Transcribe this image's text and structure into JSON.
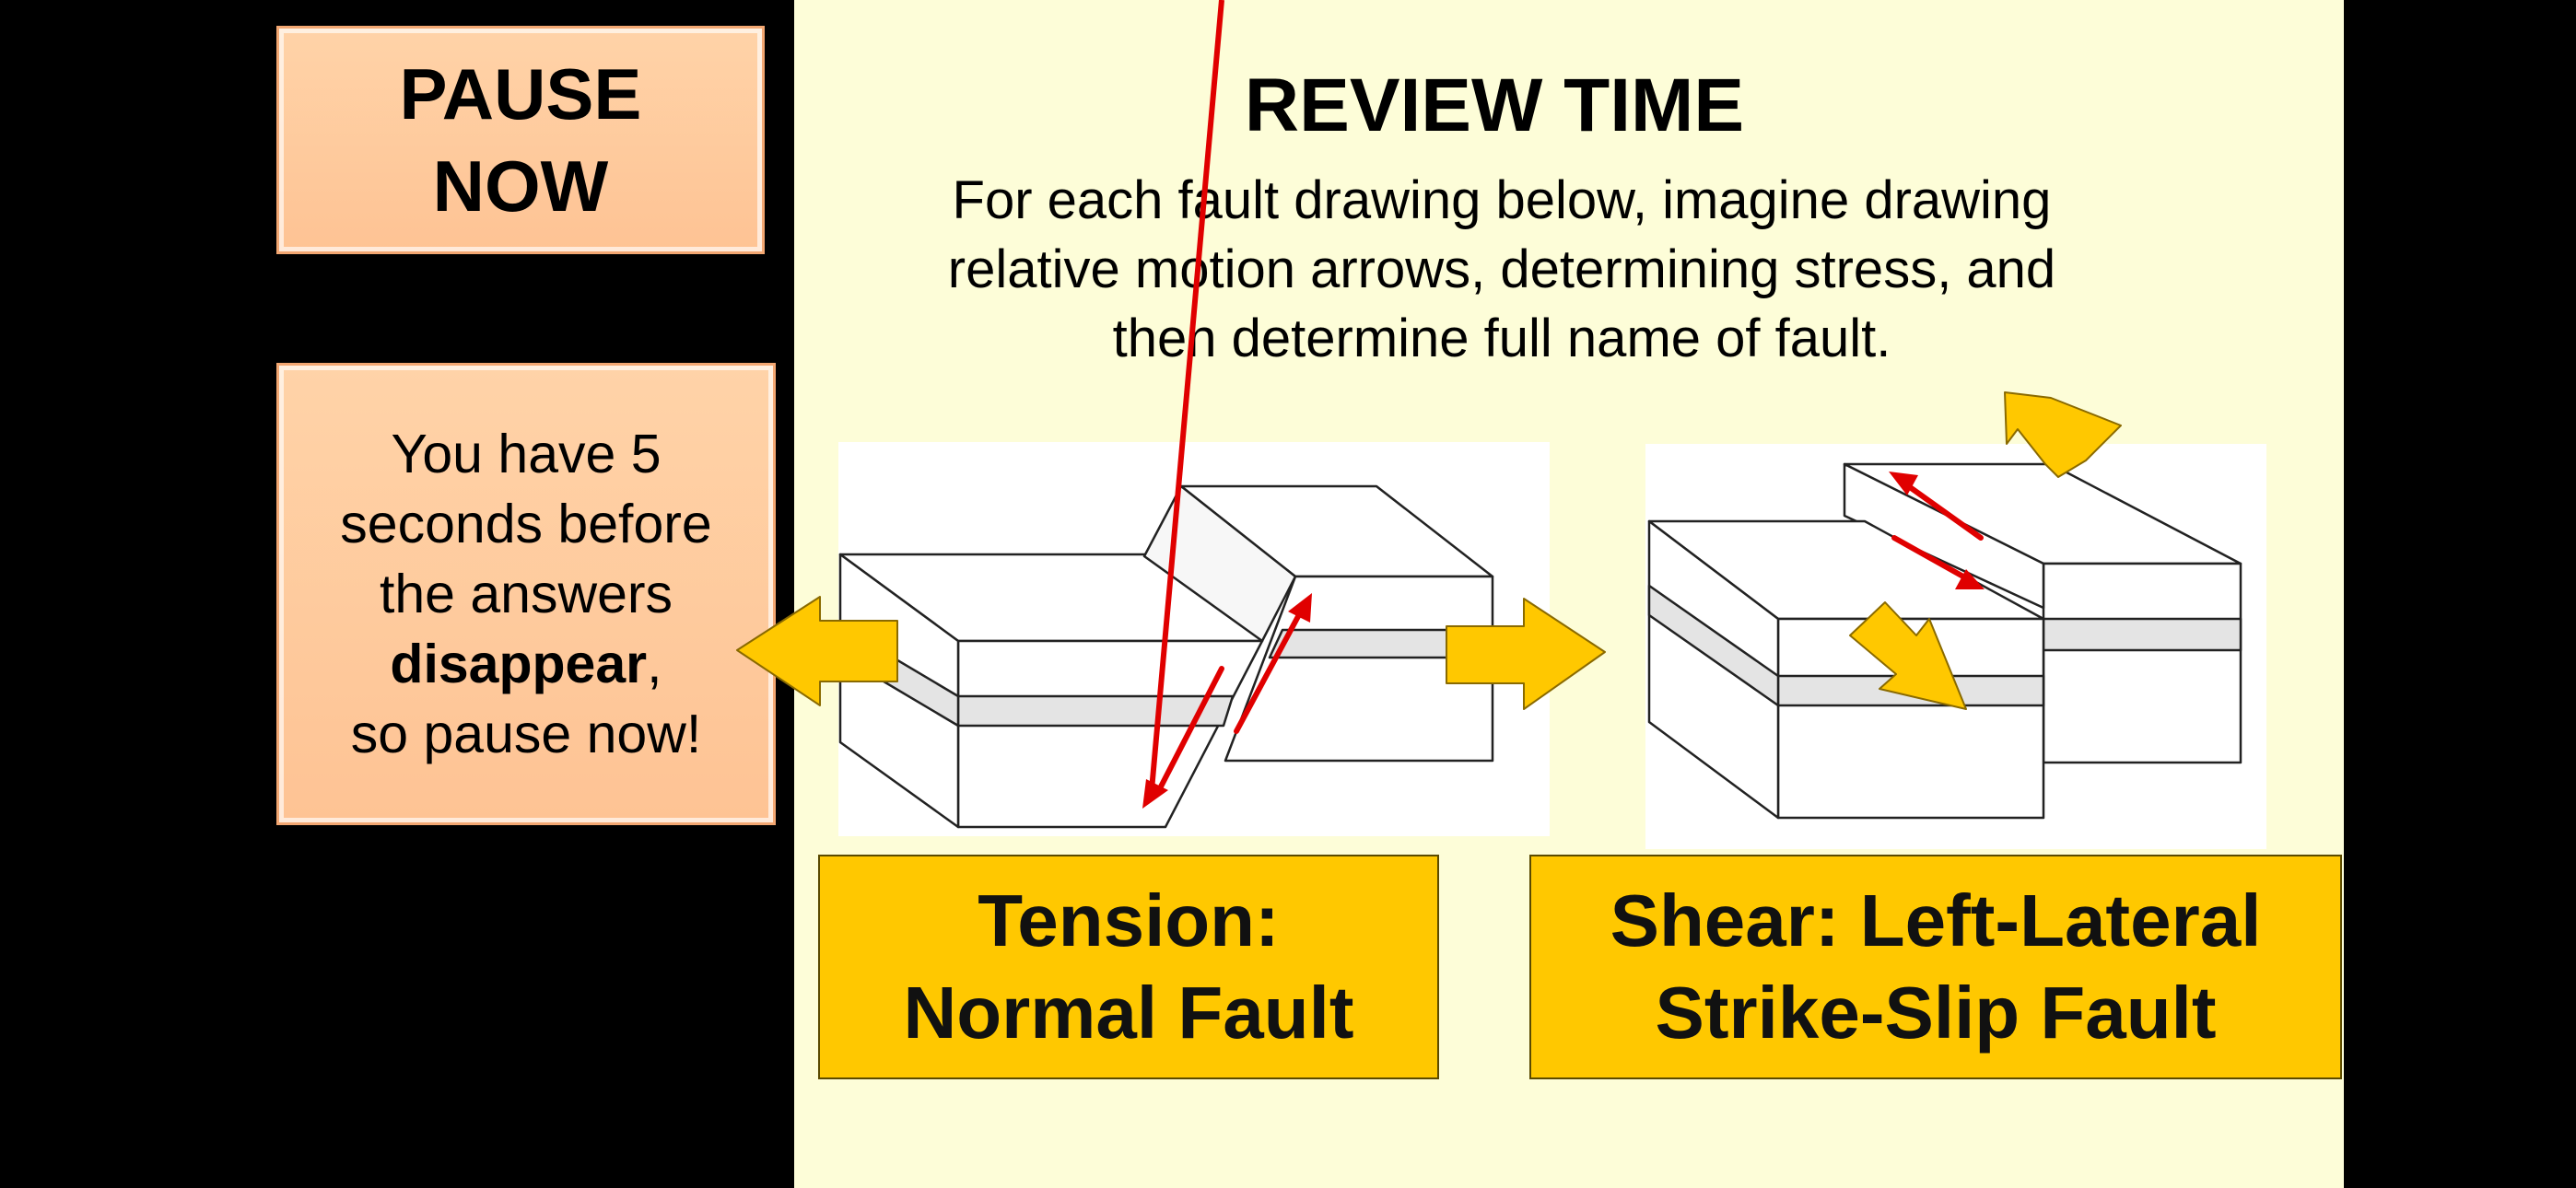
{
  "pause_panel": {
    "line1": "PAUSE",
    "line2": "NOW"
  },
  "notice_panel": {
    "line1": "You have 5",
    "line2": "seconds before",
    "line3": "the answers",
    "bold_word": "disappear",
    "after_bold": ",",
    "line5": "so pause now!"
  },
  "slide": {
    "title": "REVIEW TIME",
    "instructions": {
      "line1": "For each fault drawing below, imagine drawing",
      "line2": "relative motion arrows, determining stress, and",
      "line3": "then determine full name of fault."
    }
  },
  "answers": {
    "normal": {
      "line1": "Tension:",
      "line2": "Normal Fault"
    },
    "strike_slip": {
      "line1": "Shear: Left-Lateral",
      "line2": "Strike-Slip Fault"
    }
  },
  "colors": {
    "background": "#000000",
    "slide": "#fdfdd8",
    "panel": "#fec394",
    "answer_box": "#ffc800",
    "stress_arrow": "#ffc800",
    "motion_arrow": "#e00000"
  },
  "icons": [
    "stress-arrow-icon",
    "motion-arrow-icon"
  ]
}
